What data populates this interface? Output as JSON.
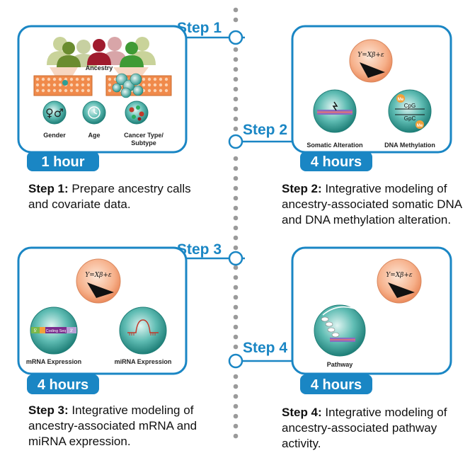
{
  "steps": [
    {
      "tag": "Step 1",
      "duration": "1 hour",
      "desc_label": "Step 1:",
      "desc_text": "Prepare ancestry calls and covariate data.",
      "labels": {
        "ancestry": "Ancestry",
        "gender": "Gender",
        "age": "Age",
        "cancer_type": "Cancer Type/ Subtype"
      }
    },
    {
      "tag": "Step 2",
      "duration": "4 hours",
      "desc_label": "Step 2:",
      "desc_text": "Integrative modeling of ancestry-associated somatic DNA and DNA methylation alteration.",
      "labels": {
        "formula": "Y=Xβ+ε",
        "somatic": "Somatic Alteration",
        "methylation": "DNA Methylation",
        "cpg": "CpG",
        "gpc": "GpC",
        "me": "Me"
      }
    },
    {
      "tag": "Step 3",
      "duration": "4 hours",
      "desc_label": "Step 3:",
      "desc_text": "Integrative modeling of ancestry-associated mRNA and miRNA expression.",
      "labels": {
        "formula": "Y=Xβ+ε",
        "mrna": "mRNA Expression",
        "mirna": "miRNA Expression",
        "coding_seq": "Coding Seq",
        "utr5": "5'",
        "utr3": "3'"
      }
    },
    {
      "tag": "Step 4",
      "duration": "4 hours",
      "desc_label": "Step 4:",
      "desc_text": "Integrative modeling of ancestry-associated pathway activity.",
      "labels": {
        "formula": "Y=Xβ+ε",
        "pathway": "Pathway"
      }
    }
  ],
  "colors": {
    "accent": "#1a86c4",
    "dots": "#9a9a9a",
    "peach": "#f6b08a",
    "teal": "#2e9e94",
    "tissue": "#f08a4b"
  }
}
